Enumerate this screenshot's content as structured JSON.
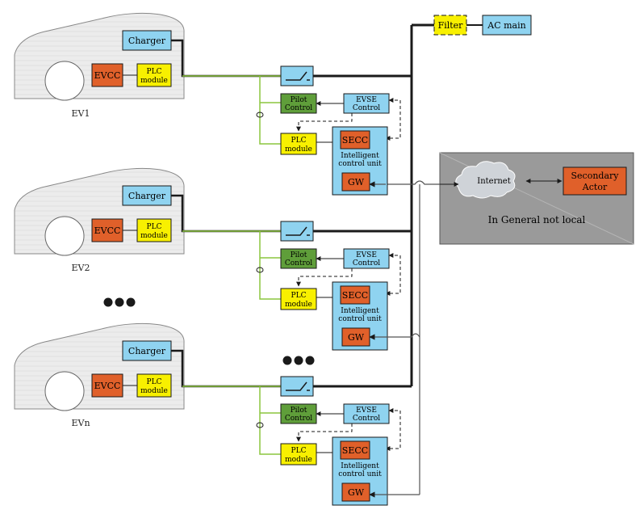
{
  "colors": {
    "blue_box": "#8fd3f0",
    "yellow_box": "#f8f000",
    "orange_box": "#e0602a",
    "green_box": "#5f9e3a",
    "green_line": "#8cc63f",
    "power_line": "#1a1a1a",
    "car_fill": "#ececec",
    "cloud_panel": "#9a9a9a"
  },
  "top": {
    "filter_label": "Filter",
    "ac_main_label": "AC main"
  },
  "cars": [
    {
      "label": "EV1",
      "charger": "Charger",
      "evcc": "EVCC",
      "plc_line1": "PLC",
      "plc_line2": "module"
    },
    {
      "label": "EV2",
      "charger": "Charger",
      "evcc": "EVCC",
      "plc_line1": "PLC",
      "plc_line2": "module"
    },
    {
      "label": "EVn",
      "charger": "Charger",
      "evcc": "EVCC",
      "plc_line1": "PLC",
      "plc_line2": "module"
    }
  ],
  "stations": [
    {
      "pilot_line1": "Pilot",
      "pilot_line2": "Control",
      "evse_line1": "EVSE",
      "evse_line2": "Control",
      "plc_line1": "PLC",
      "plc_line2": "module",
      "secc": "SECC",
      "icu_line1": "Intelligent",
      "icu_line2": "control unit",
      "gw": "GW"
    },
    {
      "pilot_line1": "Pilot",
      "pilot_line2": "Control",
      "evse_line1": "EVSE",
      "evse_line2": "Control",
      "plc_line1": "PLC",
      "plc_line2": "module",
      "secc": "SECC",
      "icu_line1": "Intelligent",
      "icu_line2": "control unit",
      "gw": "GW"
    },
    {
      "pilot_line1": "Pilot",
      "pilot_line2": "Control",
      "evse_line1": "EVSE",
      "evse_line2": "Control",
      "plc_line1": "PLC",
      "plc_line2": "module",
      "secc": "SECC",
      "icu_line1": "Intelligent",
      "icu_line2": "control unit",
      "gw": "GW"
    }
  ],
  "cloud": {
    "internet": "Internet",
    "secondary_line1": "Secondary",
    "secondary_line2": "Actor",
    "caption": "In General not local"
  }
}
